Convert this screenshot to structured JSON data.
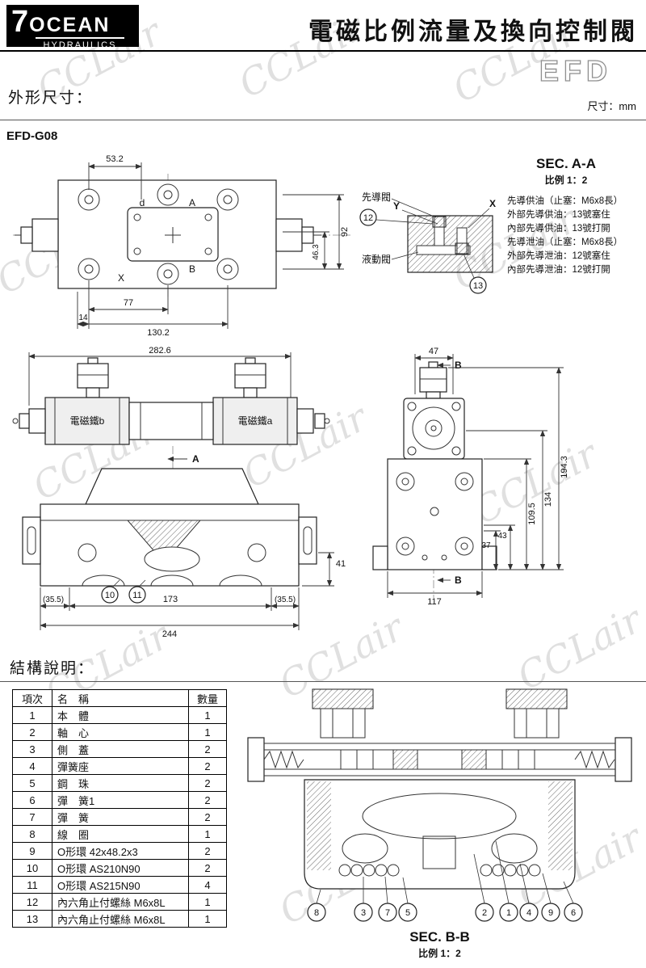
{
  "header": {
    "logo_seven": "7",
    "logo_main": "OCEAN",
    "logo_sub": "HYDRAULICS",
    "title": "電磁比例流量及換向控制閥"
  },
  "page": {
    "series": "EFD",
    "dim_label": "外形尺寸：",
    "unit": "尺寸：mm",
    "model": "EFD-G08",
    "structure_label": "結構說明：",
    "watermark": "CCLair"
  },
  "sec_aa": {
    "title": "SEC. A-A",
    "scale": "比例 1：2",
    "pilot": "先導閥",
    "hydraulic": "液動閥",
    "x": "X",
    "y": "Y",
    "b12": "12",
    "b13": "13",
    "notes": [
      "先導供油（止塞：M6x8長）",
      "外部先導供油：13號塞住",
      "內部先導供油：13號打開",
      "先導泄油（止塞：M6x8長）",
      "外部先導泄油：12號塞住",
      "內部先導泄油：12號打開"
    ]
  },
  "views": {
    "top": {
      "d53": "53.2",
      "d92": "92",
      "d46": "46.3",
      "d77": "77",
      "d14": "14",
      "d130": "130.2",
      "ld": "d",
      "la": "A",
      "lb": "B",
      "lx": "X"
    },
    "front": {
      "d282": "282.6",
      "d41": "41",
      "d355l": "(35.5)",
      "d173": "173",
      "d355r": "(35.5)",
      "d244": "244",
      "sol_b": "電磁鐵b",
      "sol_a": "電磁鐵a",
      "la": "A",
      "b10": "10",
      "b11": "11"
    },
    "side": {
      "d47": "47",
      "d194": "194.3",
      "d134": "134",
      "d109": "109.5",
      "d43": "43",
      "d37": "37",
      "d117": "117",
      "lb": "B"
    }
  },
  "table": {
    "headers": [
      "項次",
      "名　稱",
      "數量"
    ],
    "rows": [
      [
        "1",
        "本　體",
        "1"
      ],
      [
        "2",
        "軸　心",
        "1"
      ],
      [
        "3",
        "側　蓋",
        "2"
      ],
      [
        "4",
        "彈簧座",
        "2"
      ],
      [
        "5",
        "鋼　珠",
        "2"
      ],
      [
        "6",
        "彈　簧1",
        "2"
      ],
      [
        "7",
        "彈　簧",
        "2"
      ],
      [
        "8",
        "線　圈",
        "1"
      ],
      [
        "9",
        "O形環 42x48.2x3",
        "2"
      ],
      [
        "10",
        "O形環 AS210N90",
        "2"
      ],
      [
        "11",
        "O形環 AS215N90",
        "4"
      ],
      [
        "12",
        "內六角止付螺絲 M6x8L",
        "1"
      ],
      [
        "13",
        "內六角止付螺絲 M6x8L",
        "1"
      ]
    ]
  },
  "sec_bb": {
    "title": "SEC. B-B",
    "scale": "比例 1：2",
    "balloons": [
      "8",
      "3",
      "7",
      "5",
      "2",
      "1",
      "4",
      "9",
      "6"
    ]
  }
}
